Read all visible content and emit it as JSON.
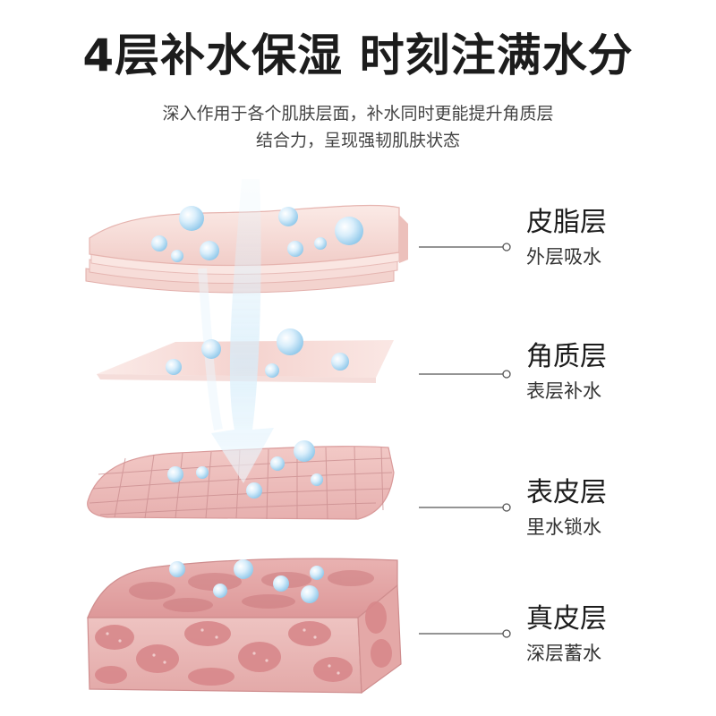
{
  "header": {
    "title": "4层补水保湿 时刻注满水分",
    "subtitle_line1": "深入作用于各个肌肤层面，补水同时更能提升角质层",
    "subtitle_line2": "结合力，呈现强韧肌肤状态"
  },
  "layers": [
    {
      "name": "皮脂层",
      "desc": "外层吸水"
    },
    {
      "name": "角质层",
      "desc": "表层补水"
    },
    {
      "name": "表皮层",
      "desc": "里水锁水"
    },
    {
      "name": "真皮层",
      "desc": "深层蓄水"
    }
  ],
  "colors": {
    "skin_light": "#f6dcd8",
    "skin_mid": "#eab9b5",
    "skin_deep": "#d98e90",
    "water": "#bfe3f7",
    "line": "#555555"
  }
}
